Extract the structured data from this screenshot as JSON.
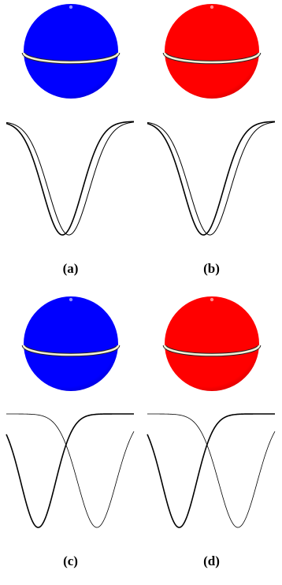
{
  "panels": [
    {
      "label": "(a)",
      "sphere_color": "#0000ff",
      "ring_color": "#f2efd6",
      "curve_color": "#000000",
      "curve_kind": "two-overlapping-dips"
    },
    {
      "label": "(b)",
      "sphere_color": "#ff0000",
      "ring_color": "#f2efd6",
      "curve_color": "#000000",
      "curve_kind": "two-overlapping-dips"
    },
    {
      "label": "(c)",
      "sphere_color": "#0000ff",
      "ring_color": "#f2efd6",
      "curve_color": "#000000",
      "curve_kind": "two-separated-dips"
    },
    {
      "label": "(d)",
      "sphere_color": "#ff0000",
      "ring_color": "#f2efd6",
      "curve_color": "#000000",
      "curve_kind": "two-separated-dips"
    }
  ]
}
